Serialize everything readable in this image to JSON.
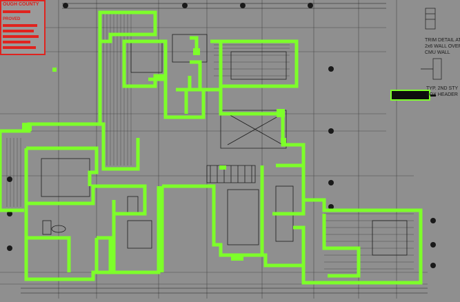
{
  "stamp": {
    "county_text": "OUGH COUNTY",
    "approved_text": "PROVED"
  },
  "notes": {
    "trim_detail_line1": "TRIM DETAIL AT",
    "trim_detail_line2": "2x6 WALL OVER",
    "trim_detail_line3": "CMU WALL",
    "typ_header_line1": "TYP. 2ND STY",
    "typ_header_line2": "BOX HEADER"
  },
  "colors": {
    "sheet": "#8f8f8f",
    "linework": "#2a2a2a",
    "wall_highlight": "#7dff2a",
    "stamp_red": "#e0231e",
    "redaction": "#0d0d0d"
  }
}
